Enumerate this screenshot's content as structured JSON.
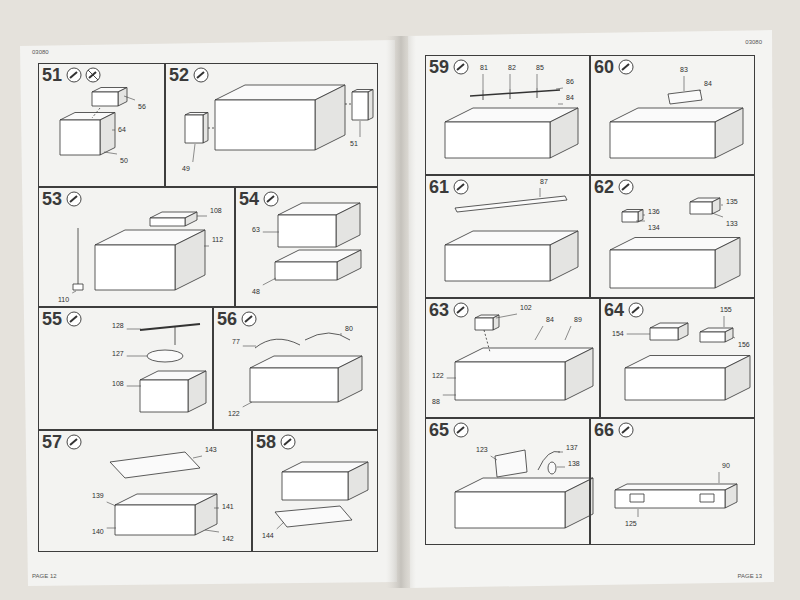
{
  "diagram": {
    "nodes": [
      {
        "text": [
          "03080",
          "PAGE 12"
        ]
      },
      {
        "text": [
          "51"
        ],
        "in": 0
      },
      {
        "text": [
          "52"
        ],
        "in": 0
      },
      {
        "text": [
          "53"
        ],
        "in": 0
      },
      {
        "text": [
          "54"
        ],
        "in": 0
      },
      {
        "text": [
          "55"
        ],
        "in": 0
      },
      {
        "text": [
          "56"
        ],
        "in": 0
      },
      {
        "text": [
          "57"
        ],
        "in": 0
      },
      {
        "text": [
          "58"
        ],
        "in": 0
      },
      {
        "text": [
          "03080",
          "PAGE 13"
        ]
      },
      {
        "text": [
          "59"
        ],
        "in": 9
      },
      {
        "text": [
          "60"
        ],
        "in": 9
      },
      {
        "text": [
          "61"
        ],
        "in": 9
      },
      {
        "text": [
          "62"
        ],
        "in": 9
      },
      {
        "text": [
          "63"
        ],
        "in": 9
      },
      {
        "text": [
          "64"
        ],
        "in": 9
      },
      {
        "text": [
          "65"
        ],
        "in": 9
      },
      {
        "text": [
          "66"
        ],
        "in": 9
      }
    ],
    "labels": [
      "56",
      "64",
      "50",
      "51",
      "49",
      "108",
      "112",
      "110",
      "63",
      "48",
      "128",
      "127",
      "108",
      "77",
      "80",
      "122",
      "143",
      "139",
      "141",
      "140",
      "142",
      "144",
      "81",
      "82",
      "85",
      "86",
      "84",
      "83",
      "84",
      "87",
      "136",
      "134",
      "135",
      "133",
      "102",
      "84",
      "89",
      "122",
      "88",
      "155",
      "156",
      "154",
      "123",
      "137",
      "138",
      "90",
      "125"
    ]
  }
}
